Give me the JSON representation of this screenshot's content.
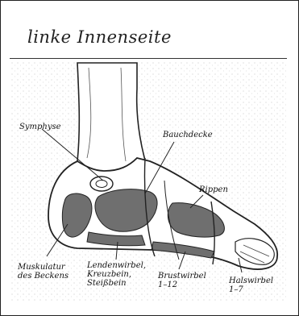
{
  "title": "linke Innenseite",
  "labels": {
    "symphyse": "Symphyse",
    "bauchdecke": "Bauchdecke",
    "rippen": "Rippen",
    "muskulatur": "Muskulatur\ndes Beckens",
    "lendenwirbel": "Lendenwirbel,\nKreuzbein,\nSteißbein",
    "brustwirbel": "Brustwirbel\n1–12",
    "halswirbel": "Halswirbel\n1–7"
  },
  "colors": {
    "outline": "#222222",
    "zone_fill": "#6f6f6f",
    "foot_fill": "#ffffff",
    "stipple": "#c9c9c9"
  }
}
